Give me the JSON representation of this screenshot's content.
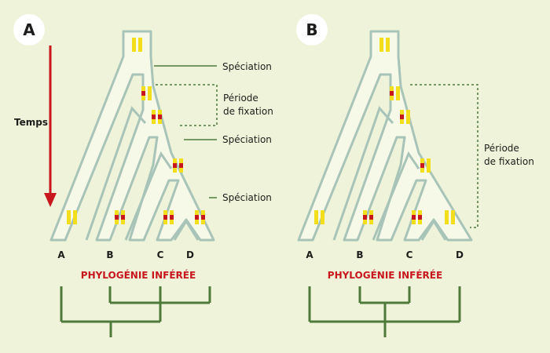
{
  "panel_a": {
    "letter": "A",
    "time_label": "Temps",
    "speciation_1": "Spéciation",
    "fixation_line1": "Période",
    "fixation_line2": "de fixation",
    "speciation_2": "Spéciation",
    "speciation_3": "Spéciation",
    "tips": [
      "A",
      "B",
      "C",
      "D"
    ],
    "phylogeny_label": "PHYLOGÉNIE INFÉRÉE"
  },
  "panel_b": {
    "letter": "B",
    "fixation_line1": "Période",
    "fixation_line2": "de fixation",
    "tips": [
      "A",
      "B",
      "C",
      "D"
    ],
    "phylogeny_label": "PHYLOGÉNIE INFÉRÉE"
  },
  "colors": {
    "background": "#eef3da",
    "tube_outline": "#a8c4b8",
    "tube_fill": "#f6f8e8",
    "allele_yellow": "#f2de1a",
    "allele_red": "#c8161d",
    "time_arrow": "#c8161d",
    "phylogeny_tree": "#4e7a3a",
    "badge": "#ffffff"
  }
}
